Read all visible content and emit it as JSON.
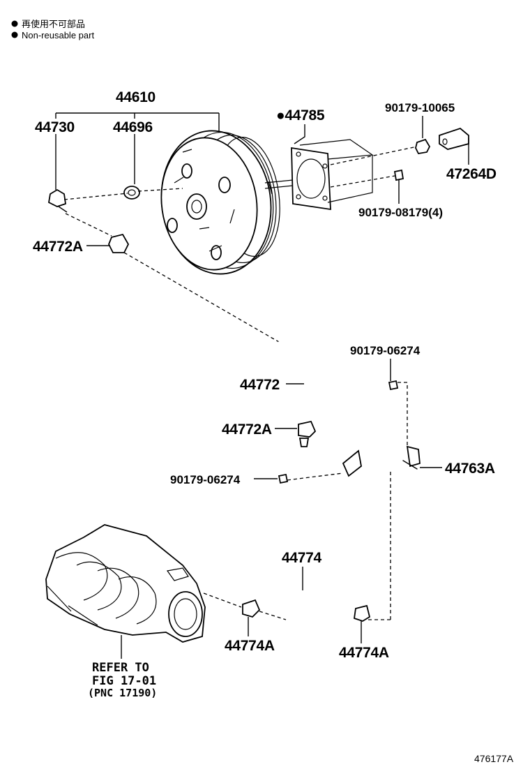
{
  "legend": [
    {
      "symbol": "●",
      "text": "再使用不可部品"
    },
    {
      "symbol": "●",
      "text": "Non-reusable part"
    }
  ],
  "labels": {
    "assy": "44610",
    "valve": "44730",
    "grommet": "44696",
    "gasket": "●44785",
    "nut_top": "90179-10065",
    "clevis": "47264D",
    "nut_mount": "90179-08179(4)",
    "clip_upper": "44772A",
    "hose_upper": "44772",
    "clip_mid": "44772A",
    "nut_right": "90179-06274",
    "nut_left": "90179-06274",
    "union": "44763A",
    "hose_lower": "44774",
    "clip_lower_left": "44774A",
    "clip_lower_right": "44774A"
  },
  "refer": {
    "line1": "REFER TO",
    "line2": "FIG 17-01",
    "line3": "(PNC 17190)"
  },
  "figure_id": "476177A"
}
